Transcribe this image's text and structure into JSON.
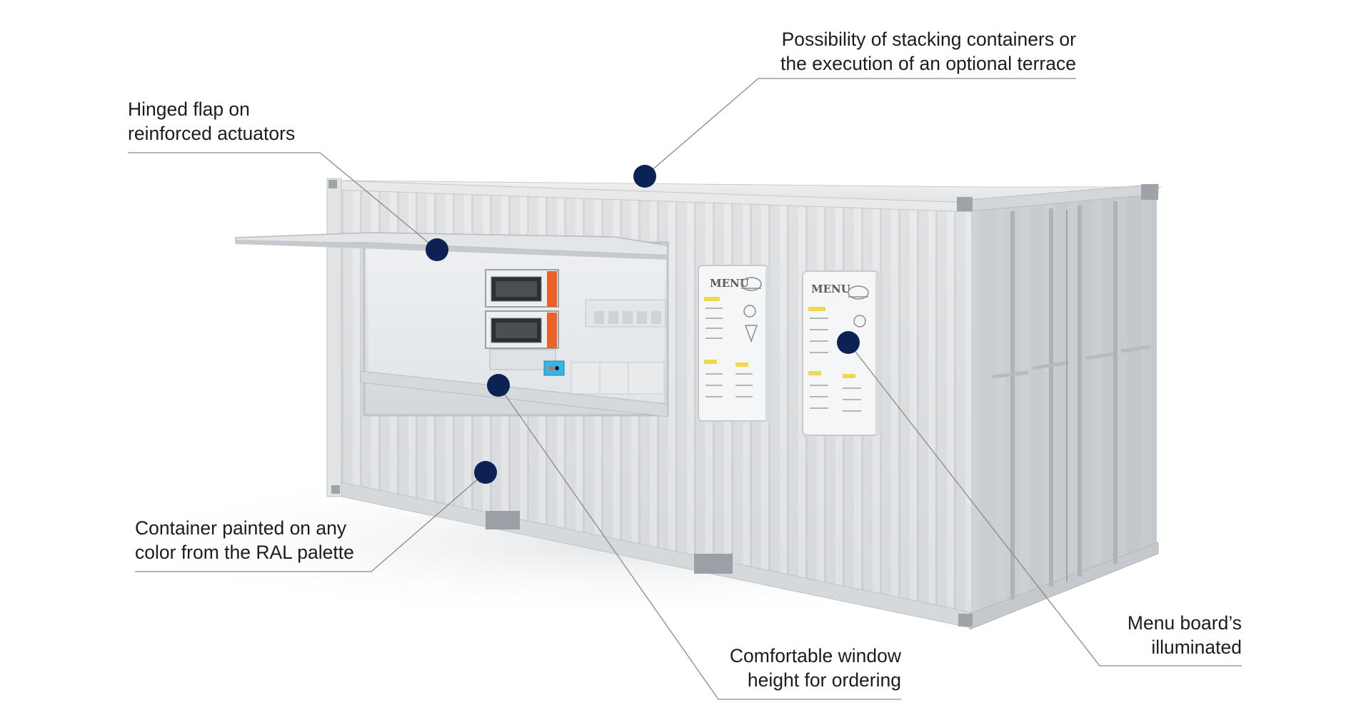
{
  "callouts": {
    "stacking": {
      "line1": "Possibility of stacking containers or",
      "line2": "the execution of an optional terrace"
    },
    "flap": {
      "line1": "Hinged flap on",
      "line2": "reinforced actuators"
    },
    "paint": {
      "line1": "Container painted on any",
      "line2": "color from the RAL palette"
    },
    "window": {
      "line1": "Comfortable window",
      "line2": "height for ordering"
    },
    "menu_board": {
      "line1": "Menu board’s",
      "line2": "illuminated"
    }
  },
  "menu_boards": {
    "left_title": "MENU",
    "right_title": "MENU"
  },
  "colors": {
    "marker": "#0d2254",
    "leader_line": "#8a8a8a",
    "container_body": "#d9dbdd",
    "oven_orange": "#e8622a"
  },
  "icons": {
    "marker": "filled-circle",
    "oven": "oven-icon",
    "burger": "burger-icon"
  }
}
